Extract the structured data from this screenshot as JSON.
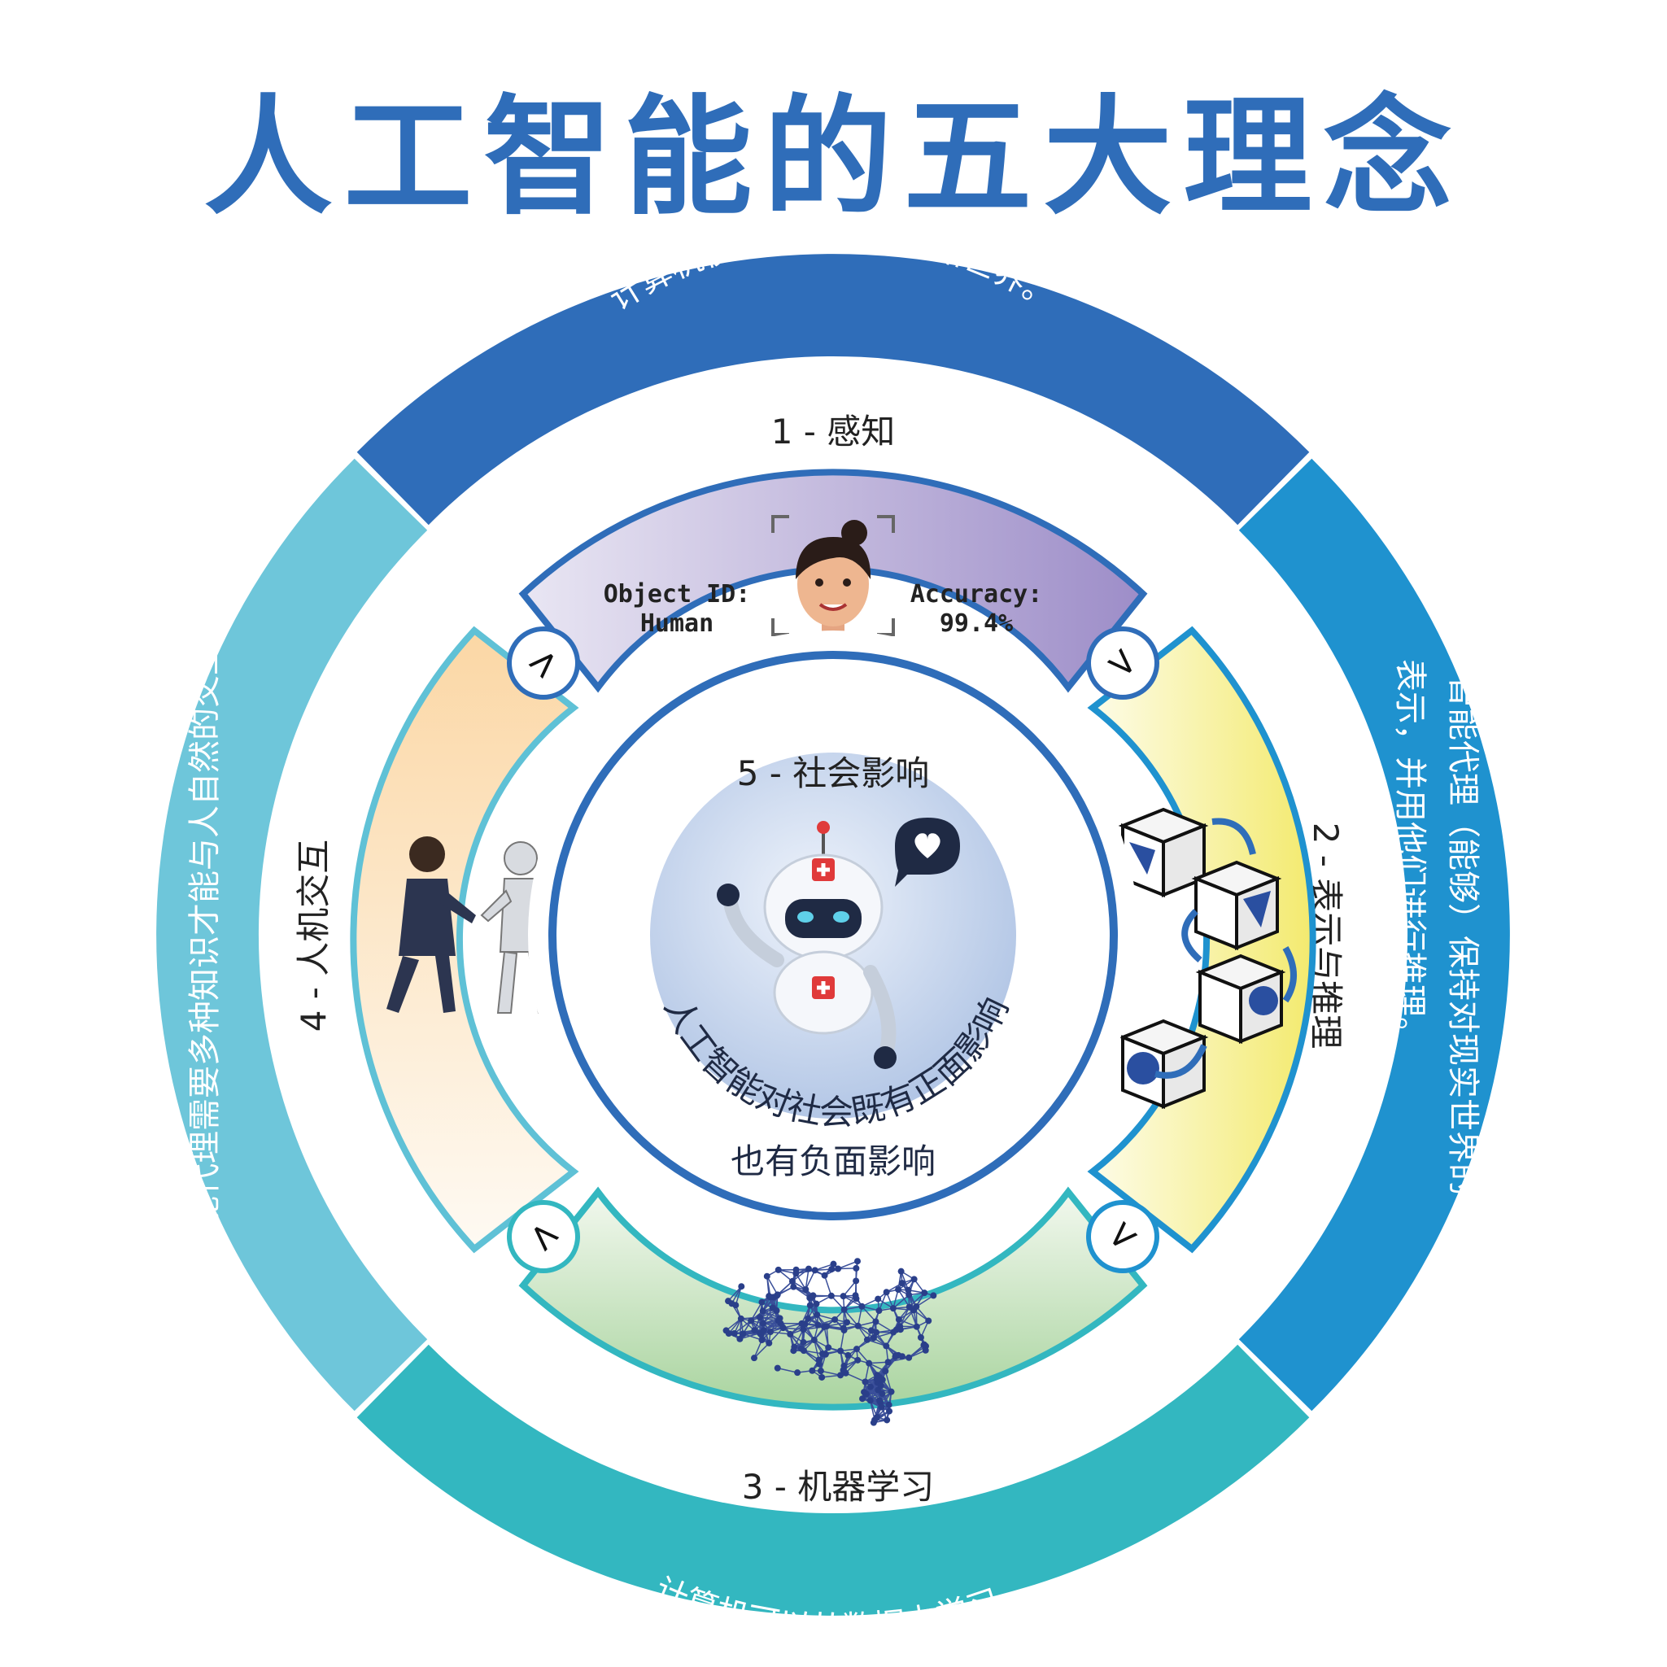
{
  "title": "人工智能的五大理念",
  "outer_ring": {
    "perception_desc": "计算机使用传感器来感知世界。",
    "reasoning_desc_1": "智能代理（能够）保持对现实世界的",
    "reasoning_desc_2": "表示，并用他们进行推理。",
    "learning_desc": "计算机可以从数据中学习。",
    "interaction_desc": "智能代理需要多种知识才能与人自然的交互。"
  },
  "idea_labels": {
    "perception": "1 - 感知",
    "reasoning": "2 - 表示与推理",
    "learning": "3 - 机器学习",
    "interaction": "4 - 人机交互",
    "impact": "5 - 社会影响"
  },
  "face_panel": {
    "object_id_label": "Object ID:",
    "object_id_value": "Human",
    "accuracy_label": "Accuracy:",
    "accuracy_value": "99.4%"
  },
  "center": {
    "line1": "人工智能对社会既有正面影响",
    "line2": "也有负面影响"
  },
  "arrows": ">",
  "colors": {
    "title": "#2f6db9",
    "perception": "#2f6db9",
    "reasoning": "#1f92cf",
    "learning": "#33b7c0",
    "interaction": "#5fc1d6"
  }
}
